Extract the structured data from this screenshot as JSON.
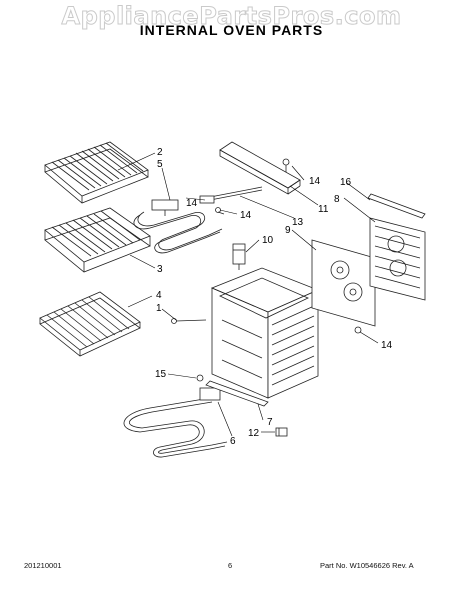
{
  "watermark": "AppliancePartsPros.com",
  "title": "INTERNAL OVEN PARTS",
  "footer": {
    "left": "201210001",
    "center": "6",
    "right": "Part No. W10546626 Rev. A"
  },
  "callouts": {
    "c2": "2",
    "c5": "5",
    "c14a": "14",
    "c14b": "14",
    "c13": "13",
    "c14c": "14",
    "c11": "11",
    "c16": "16",
    "c8": "8",
    "c10": "10",
    "c9": "9",
    "c3": "3",
    "c4": "4",
    "c1": "1",
    "c14d": "14",
    "c15": "15",
    "c7": "7",
    "c12": "12",
    "c6": "6"
  }
}
